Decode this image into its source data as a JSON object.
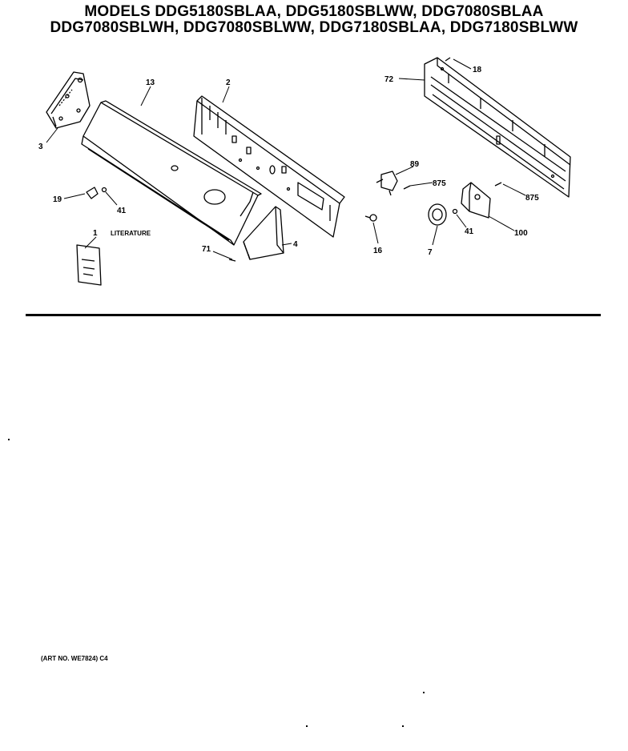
{
  "header": {
    "line1": "MODELS DDG5180SBLAA, DDG5180SBLWW, DDG7080SBLAA",
    "line2": "DDG7080SBLWH, DDG7080SBLWW, DDG7180SBLAA, DDG7180SBLWW"
  },
  "callouts": {
    "p1": "1",
    "p1_text": "LITERATURE",
    "p2": "2",
    "p3": "3",
    "p4": "4",
    "p7": "7",
    "p13": "13",
    "p16": "16",
    "p18": "18",
    "p19": "19",
    "p41a": "41",
    "p41b": "41",
    "p71": "71",
    "p72": "72",
    "p89": "89",
    "p100": "100",
    "p875a": "875",
    "p875b": "875"
  },
  "footer": {
    "art_no": "(ART NO. WE7824) C4"
  }
}
